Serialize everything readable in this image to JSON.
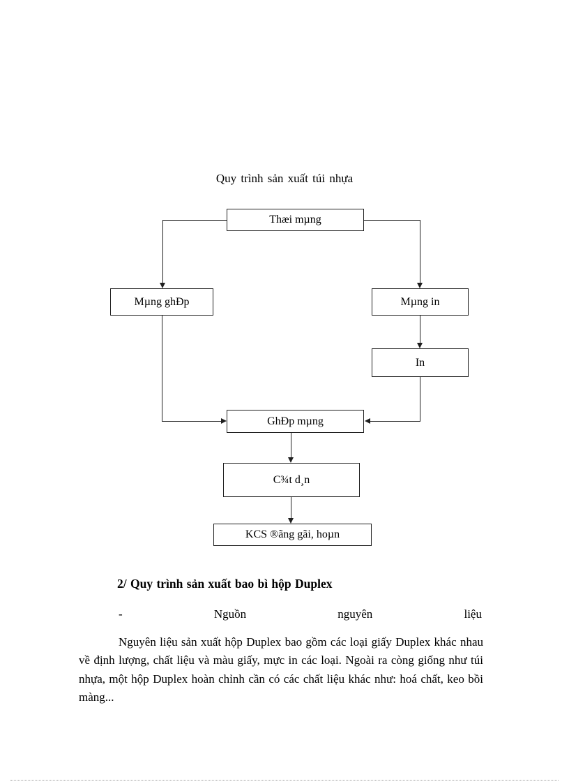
{
  "page": {
    "title": "Quy trình sản xuất túi nhựa"
  },
  "flowchart": {
    "boxes": [
      {
        "id": "thoi-mang",
        "label": "Thæi mµng"
      },
      {
        "id": "mang-ghep",
        "label": "Mµng ghÐp"
      },
      {
        "id": "mang-in",
        "label": "Mµng in"
      },
      {
        "id": "in",
        "label": "In"
      },
      {
        "id": "ghep-mang",
        "label": "GhÐp mµng"
      },
      {
        "id": "cat-dan",
        "label": "C¾t d¸n"
      },
      {
        "id": "kcs",
        "label": "KCS ®ãng gãi, hoµn"
      }
    ],
    "edges": [
      {
        "from": "thoi-mang",
        "to": "mang-ghep"
      },
      {
        "from": "thoi-mang",
        "to": "mang-in"
      },
      {
        "from": "mang-in",
        "to": "in"
      },
      {
        "from": "in",
        "to": "ghep-mang"
      },
      {
        "from": "mang-ghep",
        "to": "ghep-mang"
      },
      {
        "from": "ghep-mang",
        "to": "cat-dan"
      },
      {
        "from": "cat-dan",
        "to": "kcs"
      }
    ],
    "line_color": "#1f1f1f"
  },
  "section": {
    "heading": "2/ Quy trình sản xuất bao bì hộp Duplex",
    "bullet_words": [
      "-",
      "Nguồn",
      "nguyên",
      "liệu"
    ],
    "paragraph": "Nguyên liệu sản xuất hộp Duplex bao gồm các loại giấy Duplex khác nhau về định lượng, chất liệu và màu giấy, mực in các loại. Ngoài ra còng giống như túi nhựa, một hộp Duplex hoàn chỉnh cần có các chất liệu khác như: hoá chất, keo bồi màng..."
  }
}
